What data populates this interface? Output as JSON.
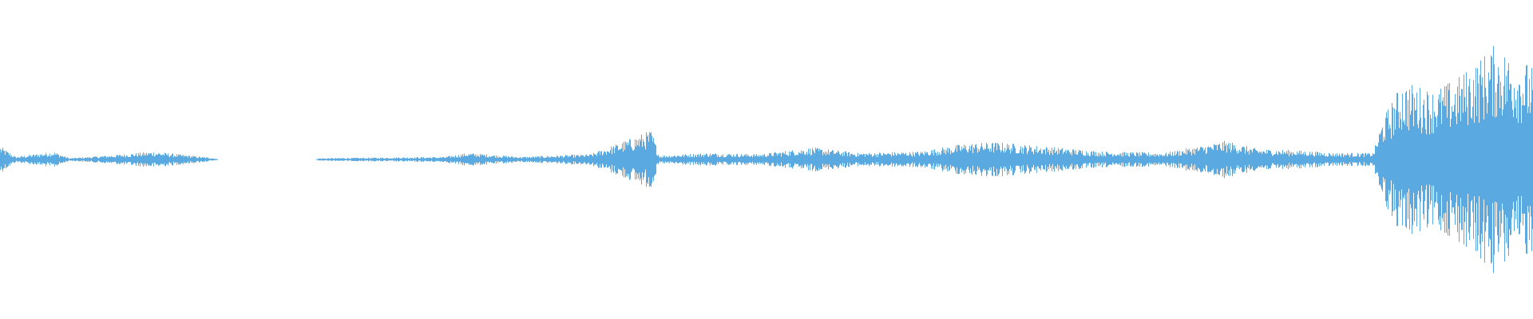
{
  "waveform": {
    "color": "#5aa9e0",
    "background": "#ffffff",
    "amplitude_envelope": [
      {
        "t": 0.0,
        "amp": 0.1
      },
      {
        "t": 0.01,
        "amp": 0.02
      },
      {
        "t": 0.035,
        "amp": 0.06
      },
      {
        "t": 0.045,
        "amp": 0.01
      },
      {
        "t": 0.07,
        "amp": 0.03
      },
      {
        "t": 0.1,
        "amp": 0.06
      },
      {
        "t": 0.14,
        "amp": 0.01
      },
      {
        "t": 0.142,
        "amp": 0.0
      },
      {
        "t": 0.206,
        "amp": 0.0
      },
      {
        "t": 0.208,
        "amp": 0.01
      },
      {
        "t": 0.29,
        "amp": 0.02
      },
      {
        "t": 0.305,
        "amp": 0.05
      },
      {
        "t": 0.34,
        "amp": 0.02
      },
      {
        "t": 0.385,
        "amp": 0.04
      },
      {
        "t": 0.425,
        "amp": 0.22
      },
      {
        "t": 0.43,
        "amp": 0.03
      },
      {
        "t": 0.462,
        "amp": 0.05
      },
      {
        "t": 0.495,
        "amp": 0.04
      },
      {
        "t": 0.53,
        "amp": 0.09
      },
      {
        "t": 0.56,
        "amp": 0.05
      },
      {
        "t": 0.6,
        "amp": 0.06
      },
      {
        "t": 0.63,
        "amp": 0.12
      },
      {
        "t": 0.65,
        "amp": 0.13
      },
      {
        "t": 0.68,
        "amp": 0.1
      },
      {
        "t": 0.72,
        "amp": 0.06
      },
      {
        "t": 0.76,
        "amp": 0.05
      },
      {
        "t": 0.8,
        "amp": 0.14
      },
      {
        "t": 0.82,
        "amp": 0.08
      },
      {
        "t": 0.845,
        "amp": 0.07
      },
      {
        "t": 0.87,
        "amp": 0.05
      },
      {
        "t": 0.896,
        "amp": 0.05
      },
      {
        "t": 0.902,
        "amp": 0.3
      },
      {
        "t": 0.915,
        "amp": 0.58
      },
      {
        "t": 0.935,
        "amp": 0.52
      },
      {
        "t": 0.95,
        "amp": 0.6
      },
      {
        "t": 0.975,
        "amp": 0.85
      },
      {
        "t": 1.0,
        "amp": 0.7
      }
    ]
  }
}
